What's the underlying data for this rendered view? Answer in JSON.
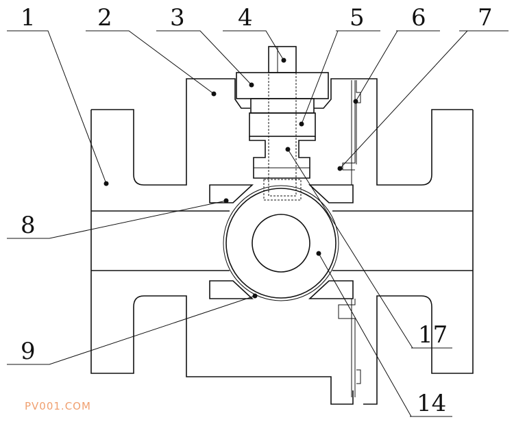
{
  "labels": {
    "l1": "1",
    "l2": "2",
    "l3": "3",
    "l4": "4",
    "l5": "5",
    "l6": "6",
    "l7": "7",
    "l8": "8",
    "l9": "9",
    "l17": "17",
    "l14": "14"
  },
  "watermark": "PV001.COM"
}
